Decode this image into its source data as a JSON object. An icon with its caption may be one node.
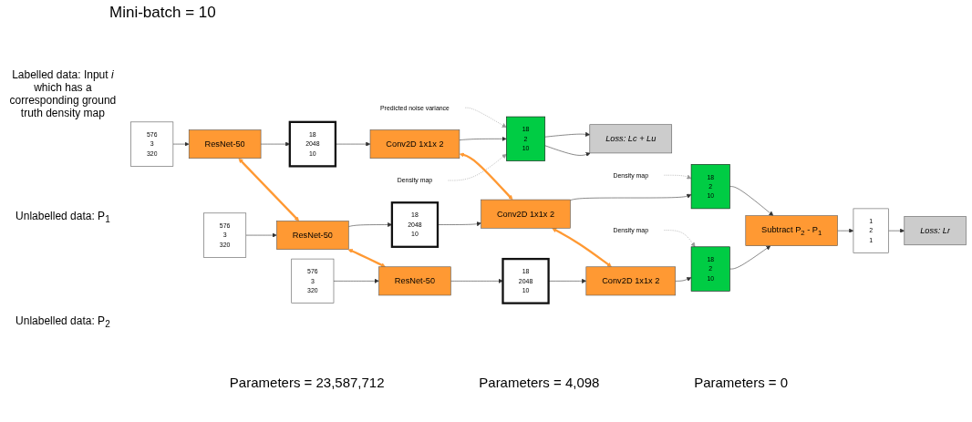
{
  "diagram": {
    "title": "Mini-batch = 10",
    "nodes": [
      {
        "text": [
          "Predicted noise variance"
        ]
      },
      {
        "text": [
          "576",
          "3",
          "320"
        ]
      },
      {
        "text": [
          "ResNet-50"
        ]
      },
      {
        "text": [
          "18",
          "2048",
          "10"
        ]
      },
      {
        "text": [
          "Conv2D 1x1x 2"
        ]
      },
      {
        "text": [
          "18",
          "2",
          "10"
        ]
      },
      {
        "text": [
          "Loss: Lc + Lu"
        ]
      },
      {
        "text": [
          "Density map"
        ]
      },
      {
        "text": [
          "576",
          "3",
          "320"
        ]
      },
      {
        "text": [
          "ResNet-50"
        ]
      },
      {
        "text": [
          "18",
          "2048",
          "10"
        ]
      },
      {
        "text": [
          "Conv2D 1x1x 2"
        ]
      },
      {
        "text": [
          "18",
          "2",
          "10"
        ]
      },
      {
        "text": [
          "Density map"
        ]
      },
      {
        "text": [
          "Subtract P$_{2}$ - P$_{1}$"
        ]
      },
      {
        "text": [
          "1",
          "2",
          "1"
        ]
      },
      {
        "text": [
          "Loss: Lr"
        ]
      },
      {
        "text": [
          "576",
          "3",
          "320"
        ]
      },
      {
        "text": [
          "ResNet-50"
        ]
      },
      {
        "text": [
          "18",
          "2048",
          "10"
        ]
      },
      {
        "text": [
          "Conv2D 1x1x 2"
        ]
      },
      {
        "text": [
          "18",
          "2",
          "10"
        ]
      },
      {
        "text": [
          "Density map"
        ]
      }
    ],
    "edges": [
      {
        "from": 1,
        "to": 2,
        "arrow": "to"
      },
      {
        "from": 2,
        "to": 3,
        "arrow": "to"
      },
      {
        "from": 3,
        "to": 4,
        "arrow": "to"
      },
      {
        "from": 4,
        "to": 5,
        "arrow": "to"
      },
      {
        "from": 5,
        "to": 6,
        "arrow": "to"
      },
      {
        "from": 5,
        "to": 6,
        "arrow": "to"
      },
      {
        "from": 0,
        "to": 5,
        "arrow": "to",
        "style": "dashed",
        "color": "#999999"
      },
      {
        "from": 7,
        "to": 5,
        "arrow": "to",
        "style": "dashed",
        "color": "#999999"
      },
      {
        "from": 2,
        "to": 9,
        "arrow": "both",
        "style": "thick",
        "color": "#ff9933"
      },
      {
        "from": 4,
        "to": 11,
        "arrow": "both",
        "style": "thick",
        "color": "#ff9933"
      },
      {
        "from": 8,
        "to": 9,
        "arrow": "to"
      },
      {
        "from": 9,
        "to": 10,
        "arrow": "to"
      },
      {
        "from": 10,
        "to": 11,
        "arrow": "to"
      },
      {
        "from": 11,
        "to": 12,
        "arrow": "to"
      },
      {
        "from": 13,
        "to": 12,
        "arrow": "to",
        "style": "dashed",
        "color": "#999999"
      },
      {
        "from": 12,
        "to": 14,
        "arrow": "to"
      },
      {
        "from": 14,
        "to": 15,
        "arrow": "to"
      },
      {
        "from": 15,
        "to": 16,
        "arrow": "to"
      },
      {
        "from": 9,
        "to": 18,
        "arrow": "both",
        "style": "thick",
        "color": "#ff9933"
      },
      {
        "from": 11,
        "to": 20,
        "arrow": "both",
        "style": "thick",
        "color": "#ff9933"
      },
      {
        "from": 17,
        "to": 18,
        "arrow": "to"
      },
      {
        "from": 18,
        "to": 19,
        "arrow": "to"
      },
      {
        "from": 19,
        "to": 20,
        "arrow": "to"
      },
      {
        "from": 20,
        "to": 21,
        "arrow": "to"
      },
      {
        "from": 21,
        "to": 14,
        "arrow": "to"
      },
      {
        "from": 22,
        "to": 21,
        "arrow": "to",
        "style": "dashed",
        "color": "#999999"
      }
    ],
    "labels": [
      "Labelled data: Input *i* which has a corresponding ground truth density map",
      "Unlabelled data: P$_{1}$",
      "Unlabelled data: P$_{2}$",
      "Parameters = 23,587,712",
      "Parameters = 4,098",
      "Parameters = 0"
    ]
  }
}
